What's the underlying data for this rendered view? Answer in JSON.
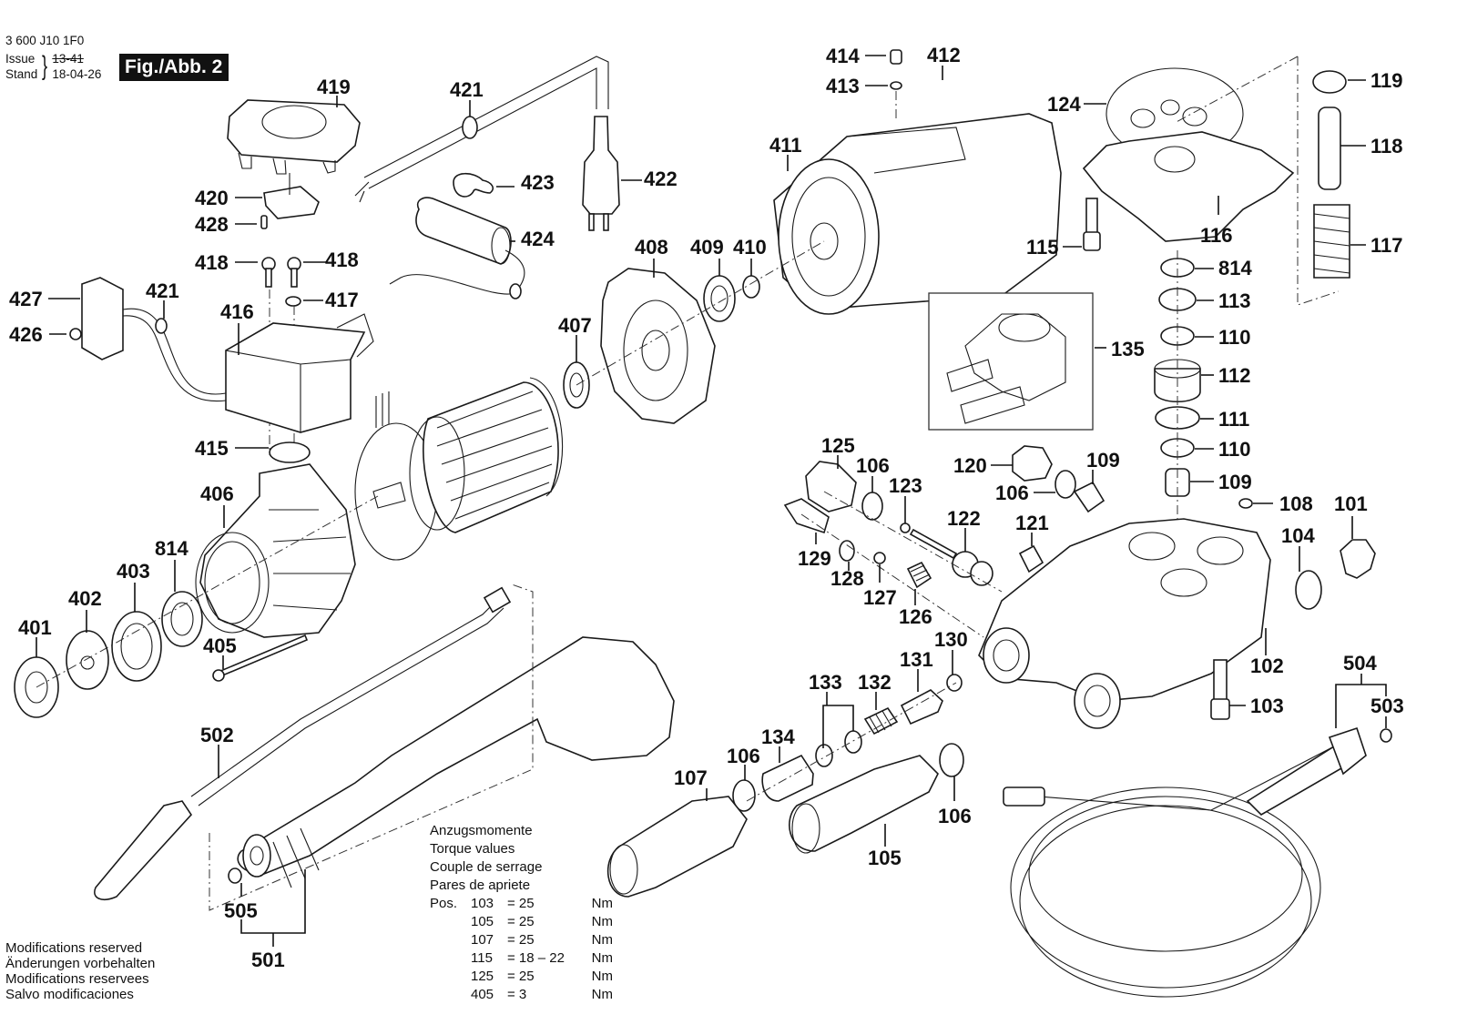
{
  "header": {
    "doc_number": "3 600 J10 1F0",
    "issue_label": "Issue",
    "stand_label": "Stand",
    "issue_old": "13-41",
    "issue_date": "18-04-26",
    "figure_badge": "Fig./Abb. 2"
  },
  "torque": {
    "titles": [
      "Anzugsmomente",
      "Torque values",
      "Couple de serrage",
      "Pares de apriete"
    ],
    "pos_label": "Pos.",
    "rows": [
      {
        "pos": "103",
        "value": "= 25",
        "unit": "Nm"
      },
      {
        "pos": "105",
        "value": "= 25",
        "unit": "Nm"
      },
      {
        "pos": "107",
        "value": "= 25",
        "unit": "Nm"
      },
      {
        "pos": "115",
        "value": "= 18 – 22",
        "unit": "Nm"
      },
      {
        "pos": "125",
        "value": "= 25",
        "unit": "Nm"
      },
      {
        "pos": "405",
        "value": "=  3",
        "unit": "Nm"
      }
    ]
  },
  "disclaimer": [
    "Modifications reserved",
    "Änderungen vorbehalten",
    "Modifications reservees",
    "Salvo modificaciones"
  ],
  "callouts": {
    "p419": "419",
    "p420": "420",
    "p428": "428",
    "p418a": "418",
    "p418b": "418",
    "p417": "417",
    "p416": "416",
    "p427": "427",
    "p426": "426",
    "p421a": "421",
    "p421b": "421",
    "p422": "422",
    "p423": "423",
    "p424": "424",
    "p415": "415",
    "p406": "406",
    "p814a": "814",
    "p403": "403",
    "p402": "402",
    "p401": "401",
    "p405": "405",
    "p407": "407",
    "p408": "408",
    "p409": "409",
    "p410": "410",
    "p411": "411",
    "p412": "412",
    "p413": "413",
    "p414": "414",
    "p124": "124",
    "p115": "115",
    "p116": "116",
    "p119": "119",
    "p118": "118",
    "p117": "117",
    "p814b": "814",
    "p113": "113",
    "p110a": "110",
    "p112": "112",
    "p111": "111",
    "p110b": "110",
    "p109a": "109",
    "p109b": "109",
    "p135": "135",
    "p108": "108",
    "p101": "101",
    "p104": "104",
    "p102": "102",
    "p103": "103",
    "p125": "125",
    "p106a": "106",
    "p123": "123",
    "p120": "120",
    "p106b": "106",
    "p129": "129",
    "p128": "128",
    "p127": "127",
    "p126": "126",
    "p122": "122",
    "p121": "121",
    "p130": "130",
    "p131": "131",
    "p132": "132",
    "p133": "133",
    "p134": "134",
    "p106c": "106",
    "p107": "107",
    "p105": "105",
    "p106d": "106",
    "p502": "502",
    "p505": "505",
    "p501": "501",
    "p504": "504",
    "p503": "503"
  }
}
